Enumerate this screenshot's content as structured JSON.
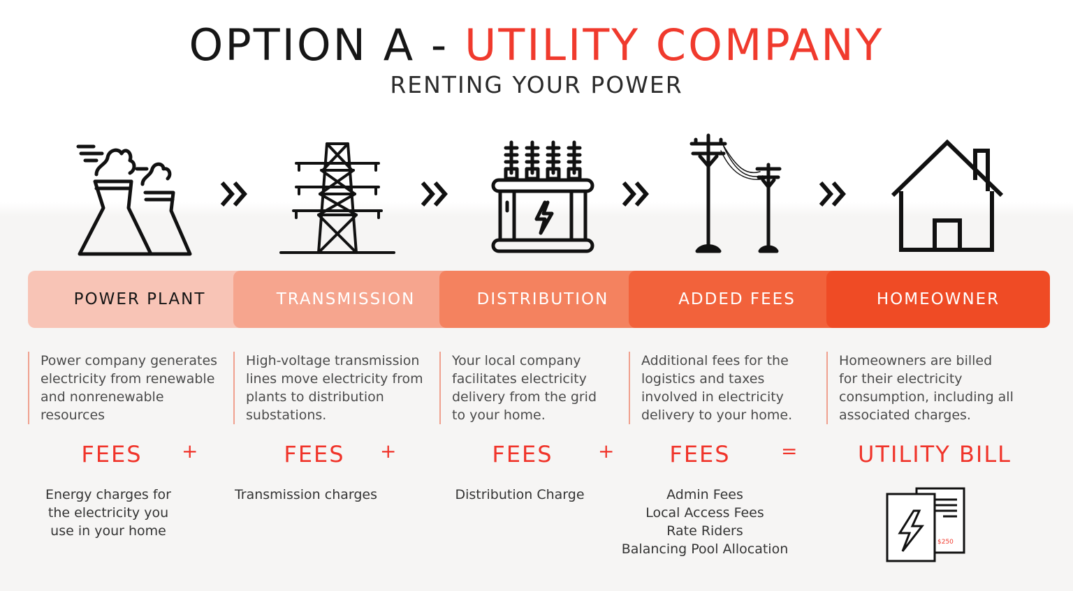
{
  "header": {
    "title_prefix": "OPTION A - ",
    "title_accent": "UTILITY COMPANY",
    "subtitle": "RENTING YOUR POWER"
  },
  "colors": {
    "accent_red": "#f03a2d",
    "stage_1": "#f8c4b6",
    "stage_2": "#f6a58e",
    "stage_3": "#f4825f",
    "stage_4": "#f2623b",
    "stage_5": "#ef4b25"
  },
  "stages": [
    {
      "label": "POWER PLANT",
      "icon": "power-plant-icon",
      "description": "Power company generates electricity from renewable and nonrenewable resources",
      "fees_label": "FEES",
      "operator": "+",
      "charges": [
        "Energy charges for",
        "the electricity you",
        "use in your home"
      ]
    },
    {
      "label": "TRANSMISSION",
      "icon": "transmission-tower-icon",
      "description": "High-voltage transmission lines move electricity from plants to distribution substations.",
      "fees_label": "FEES",
      "operator": "+",
      "charges": [
        "Transmission charges"
      ]
    },
    {
      "label": "DISTRIBUTION",
      "icon": "transformer-icon",
      "description": "Your local company facilitates electricity delivery from the grid to your home.",
      "fees_label": "FEES",
      "operator": "+",
      "charges": [
        "Distribution Charge"
      ]
    },
    {
      "label": "ADDED FEES",
      "icon": "utility-pole-icon",
      "description": "Additional fees for the logistics and taxes involved in electricity delivery to your home.",
      "fees_label": "FEES",
      "operator": "=",
      "charges": [
        "Admin Fees",
        "Local Access Fees",
        "Rate Riders",
        "Balancing Pool Allocation"
      ]
    },
    {
      "label": "HOMEOWNER",
      "icon": "house-icon",
      "description": "Homeowners are billed for their electricity consumption, including all associated charges.",
      "fees_label": "UTILITY BILL",
      "bill_amount": "$250"
    }
  ]
}
